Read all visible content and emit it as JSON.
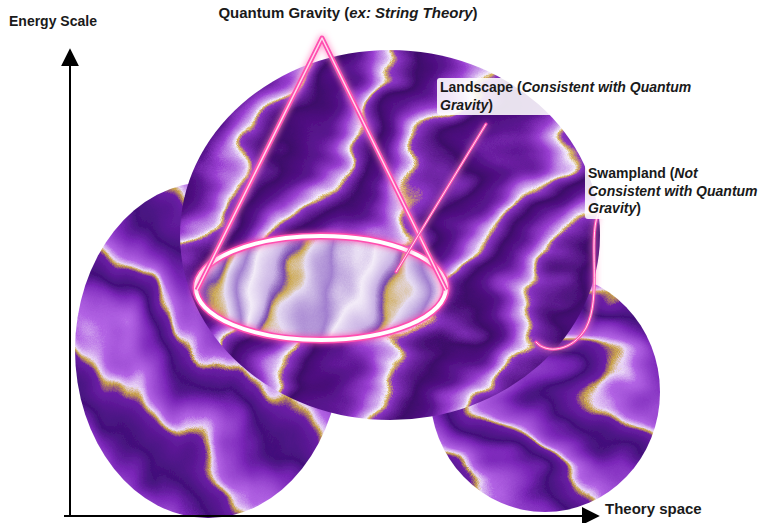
{
  "diagram": {
    "labels": [
      "Quantum Gravity (ex: String Theory)",
      "Energy Scale",
      "Landscape (Consistent with Quantum Gravity)",
      "Swampland (Not Consistent with Quantum Gravity)",
      "Theory space"
    ]
  }
}
